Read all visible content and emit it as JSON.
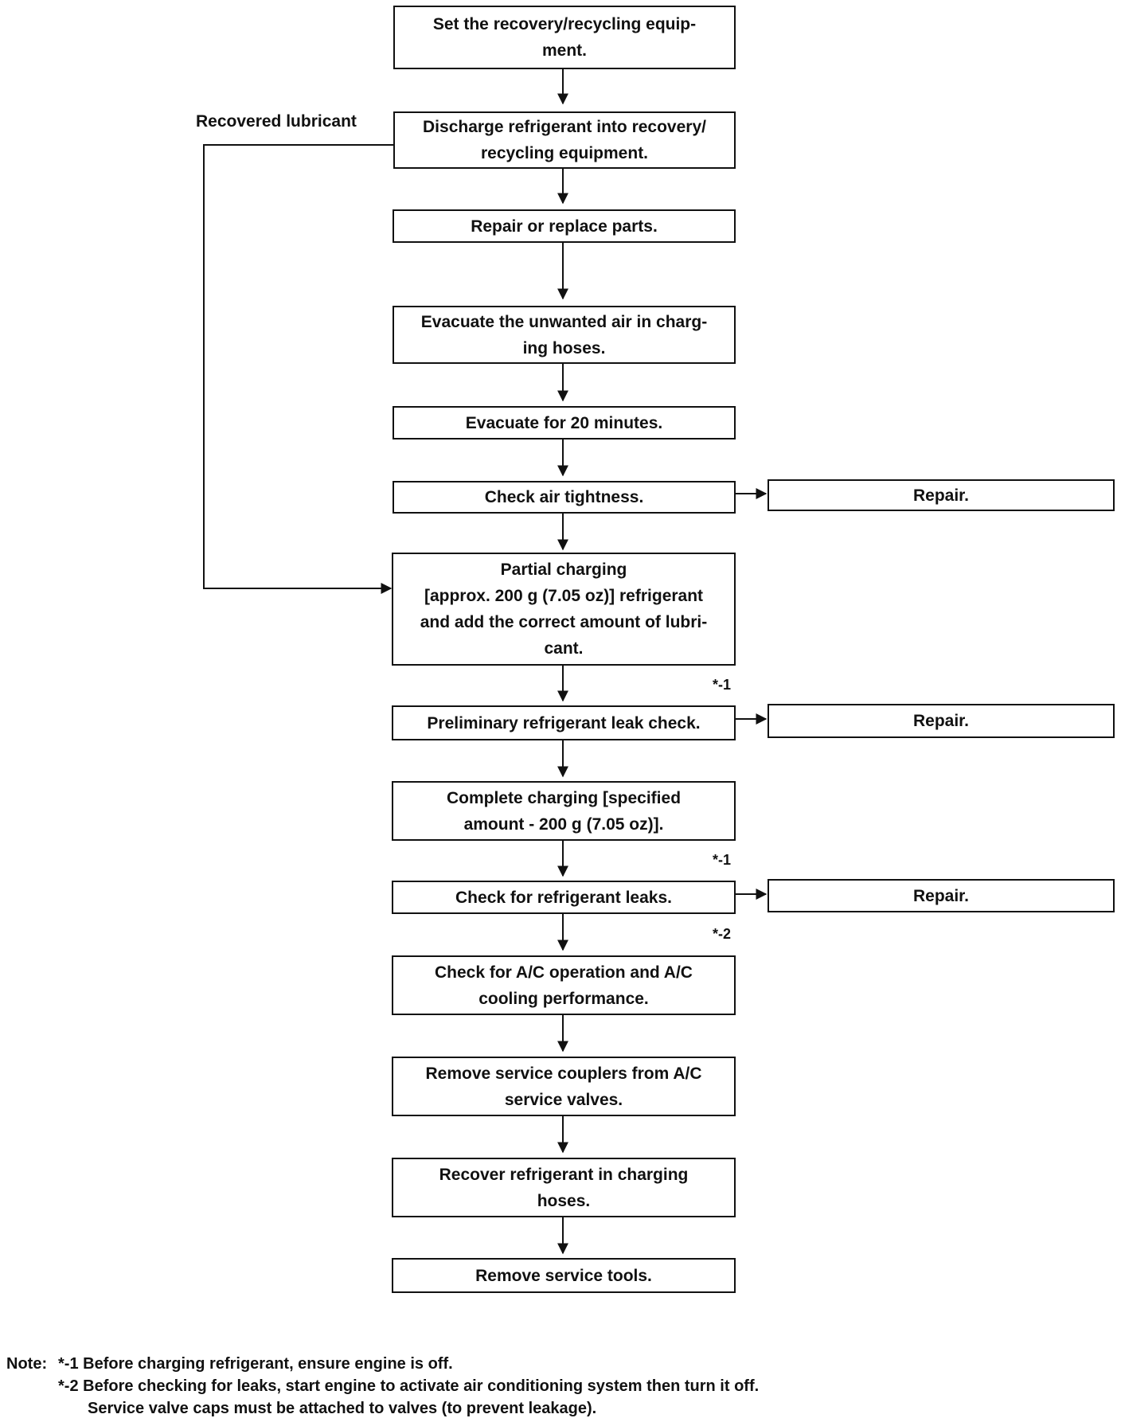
{
  "steps": {
    "s1": "Set the recovery/recycling equip-\nment.",
    "s2": "Discharge refrigerant into recovery/\nrecycling equipment.",
    "s3": "Repair or replace parts.",
    "s4": "Evacuate the unwanted air in charg-\ning hoses.",
    "s5": "Evacuate for 20 minutes.",
    "s6": "Check air tightness.",
    "s7": "Partial charging\n[approx. 200 g (7.05 oz)] refrigerant\nand add the correct amount of lubri-\ncant.",
    "s8": "Preliminary refrigerant leak check.",
    "s9": "Complete charging [specified\namount - 200 g (7.05 oz)].",
    "s10": "Check for refrigerant leaks.",
    "s11": "Check for A/C operation and A/C\ncooling performance.",
    "s12": "Remove service couplers from A/C\nservice valves.",
    "s13": "Recover refrigerant in charging\nhoses.",
    "s14": "Remove service tools."
  },
  "repair": {
    "r1": "Repair.",
    "r2": "Repair.",
    "r3": "Repair."
  },
  "side_label": "Recovered lubricant",
  "marks": {
    "m1": "*-1",
    "m2": "*-1",
    "m3": "*-2"
  },
  "notes": {
    "prefix": "Note:",
    "line1": "*-1 Before charging refrigerant, ensure engine is off.",
    "line2": "*-2 Before checking for leaks, start engine to activate air conditioning system then turn it off.",
    "line3": "Service valve caps must be attached to valves (to prevent leakage)."
  }
}
